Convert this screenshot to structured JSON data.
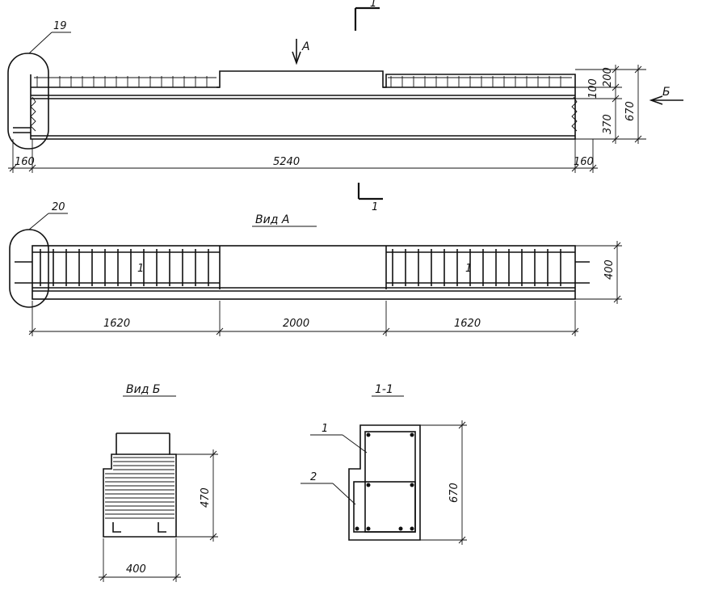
{
  "section_mark": {
    "top": "1",
    "bottom": "1"
  },
  "arrow_labels": {
    "view_a": "A",
    "view_b": "Б"
  },
  "callouts": {
    "c19": "19",
    "c20": "20",
    "c1": "1",
    "c2": "2"
  },
  "elevation_dims": {
    "left_end": "160",
    "overall": "5240",
    "right_end": "160",
    "h200": "200",
    "h100": "100",
    "h370": "370",
    "h670": "670"
  },
  "plan_title": "Вид А",
  "plan_dims": {
    "left": "1620",
    "middle": "2000",
    "right": "1620",
    "width": "400"
  },
  "plan_marks": {
    "left": "1",
    "right": "1"
  },
  "view_b": {
    "title": "Вид Б",
    "height": "470",
    "width": "400"
  },
  "section_1_1": {
    "title": "1-1",
    "height": "670"
  }
}
